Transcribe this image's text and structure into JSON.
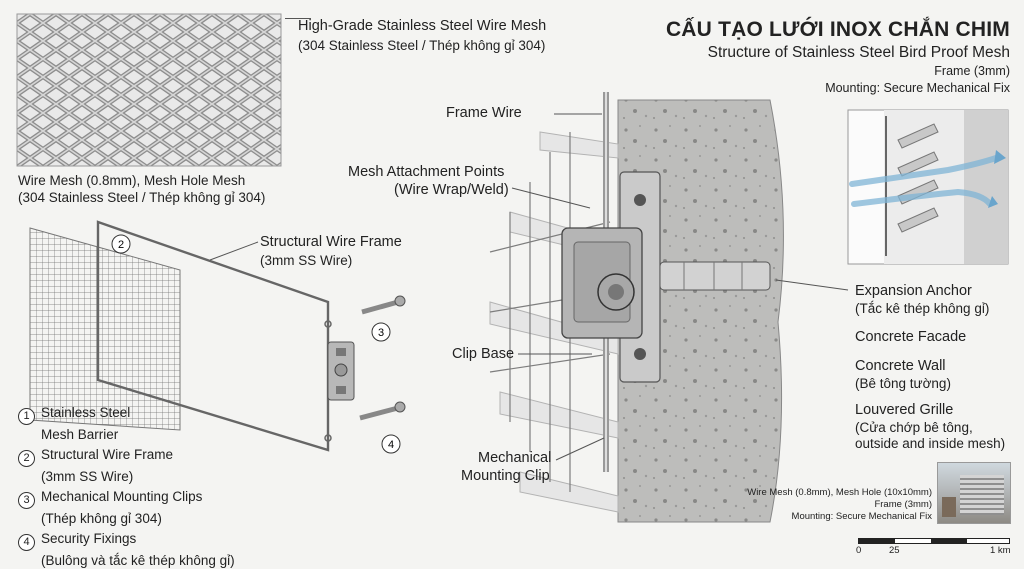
{
  "header": {
    "title": "CẤU TẠO LƯỚI INOX CHẮN CHIM",
    "subtitle": "Structure of Stainless Steel Bird Proof Mesh",
    "line_frame": "Frame (3mm)",
    "line_mount": "Mounting: Secure Mechanical Fix"
  },
  "mesh_sample": {
    "top_label": "High-Grade Stainless Steel Wire Mesh",
    "top_sublabel": "(304 Stainless Steel / Thép không gỉ 304)",
    "bottom_label": "Wire Mesh (0.8mm), Mesh Hole Mesh",
    "bottom_sublabel": "(304 Stainless Steel / Thép không gỉ 304)"
  },
  "exploded": {
    "frame_label": "Structural Wire Frame",
    "frame_sublabel": "(3mm SS Wire)",
    "marker_2": "2",
    "marker_3": "3",
    "marker_4": "4"
  },
  "legend": [
    {
      "num": "1",
      "label": "Stainless Steel",
      "sub": "Mesh Barrier"
    },
    {
      "num": "2",
      "label": "Structural Wire Frame",
      "sub": "(3mm SS Wire)"
    },
    {
      "num": "3",
      "label": "Mechanical Mounting Clips",
      "sub": "(Thép không gỉ 304)"
    },
    {
      "num": "4",
      "label": "Security Fixings",
      "sub": "(Bulông và tắc kê thép không gỉ)"
    }
  ],
  "section": {
    "frame_wire": "Frame Wire",
    "attach_label": "Mesh Attachment Points",
    "attach_sub": "(Wire Wrap/Weld)",
    "clip_base": "Clip Base",
    "mech_clip_1": "Mechanical",
    "mech_clip_2": "Mounting Clip",
    "anchor_label": "Expansion Anchor",
    "anchor_sub": "(Tắc kê thép không gỉ)",
    "facade": "Concrete Facade",
    "wall_label": "Concrete Wall",
    "wall_sub": "(Bê tông tường)",
    "grille_label": "Louvered Grille",
    "grille_sub_1": "(Cửa chớp bê tông,",
    "grille_sub_2": "outside and inside mesh)"
  },
  "footer": {
    "spec_1": "Wire Mesh (0.8mm), Mesh Hole (10x10mm)",
    "spec_2": "Frame (3mm)",
    "spec_3": "Mounting: Secure Mechanical Fix",
    "scale_0": "0",
    "scale_25": "25",
    "scale_1km": "1 km"
  }
}
